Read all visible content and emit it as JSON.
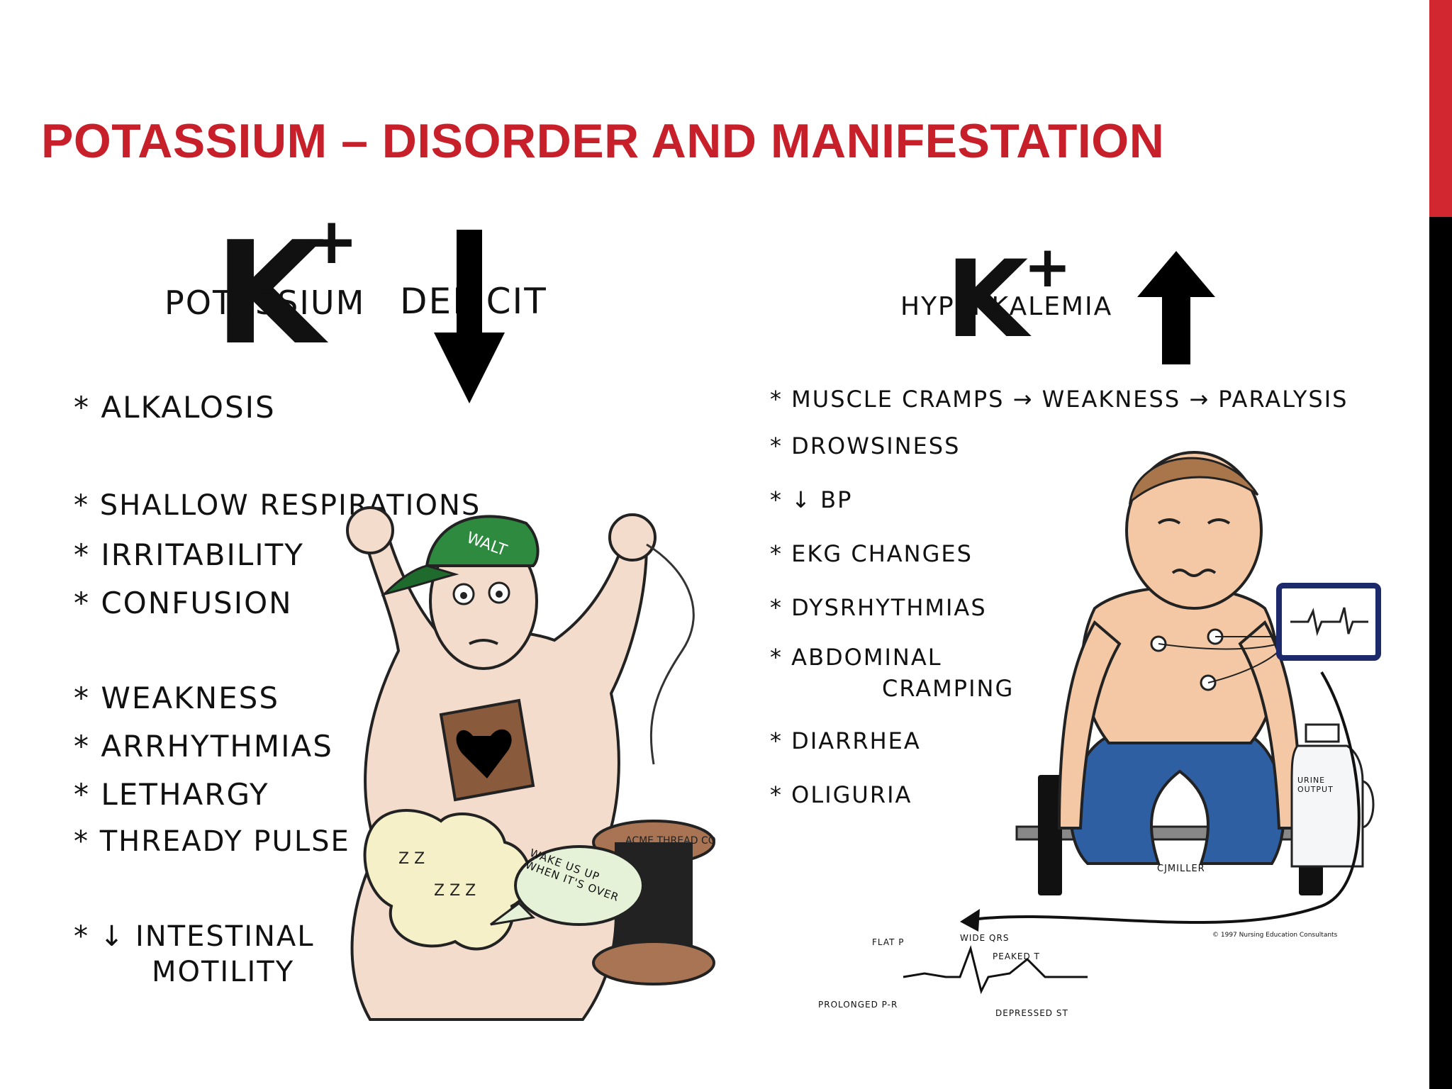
{
  "slide": {
    "title": "POTASSIUM – DISORDER AND MANIFESTATION",
    "accent_color": "#d22630",
    "title_color": "#c8202b"
  },
  "left": {
    "symbol": "K",
    "superscript": "+",
    "heading_1": "POTASSIUM",
    "heading_2": "DEFICIT",
    "arrow": "down-arrow",
    "symptoms": [
      "ALKALOSIS",
      "SHALLOW RESPIRATIONS",
      "IRRITABILITY",
      "CONFUSION",
      "WEAKNESS",
      "ARRHYTHMIAS",
      "LETHARGY",
      "THREADY PULSE",
      "↓ INTESTINAL",
      "MOTILITY"
    ],
    "cap_text": "WALT",
    "speech_bubble": "WAKE US UP WHEN IT'S OVER",
    "spool_text": "ACME THREAD CO"
  },
  "right": {
    "symbol": "K",
    "superscript": "+",
    "heading": "HYPERKALEMIA",
    "arrow": "up-arrow",
    "symptoms": [
      "MUSCLE CRAMPS → WEAKNESS → PARALYSIS",
      "DROWSINESS",
      "↓ BP",
      "EKG CHANGES",
      "DYSRHYTHMIAS",
      "ABDOMINAL",
      "CRAMPING",
      "DIARRHEA",
      "OLIGURIA"
    ],
    "jug_label": "URINE OUTPUT",
    "signature": "CJMILLER",
    "copyright": "© 1997 Nursing Education Consultants",
    "ekg_labels": {
      "flat_p": "FLAT P",
      "wide_qrs": "WIDE QRS",
      "peaked_t": "PEAKED T",
      "prolonged_pr": "PROLONGED P-R",
      "depressed_st": "DEPRESSED ST"
    }
  }
}
